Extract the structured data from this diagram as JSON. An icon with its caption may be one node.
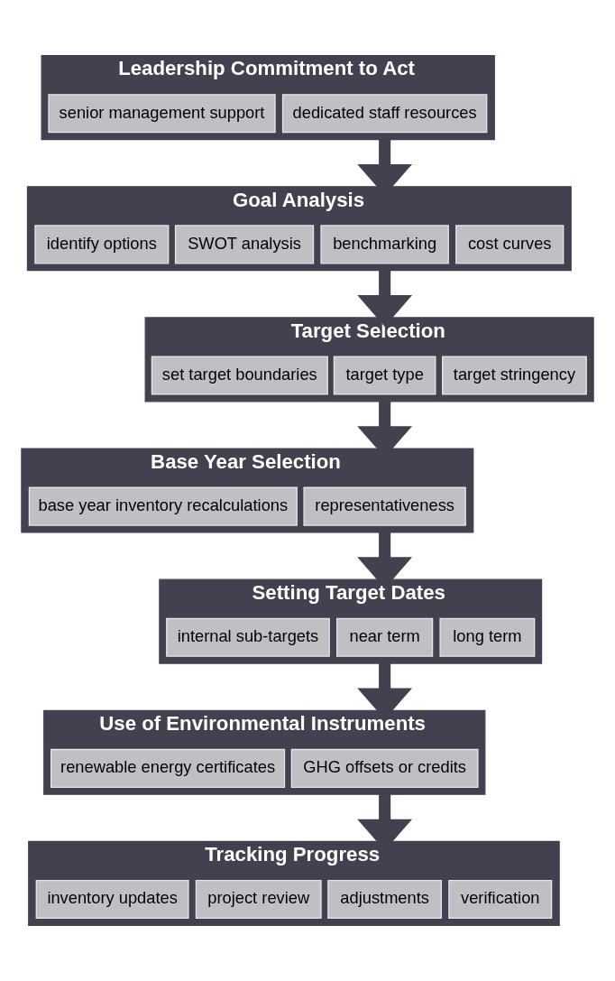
{
  "diagram": {
    "nodes": [
      {
        "text": [
          "Leadership Commitment to Act"
        ]
      },
      {
        "text": [
          "senior management support"
        ],
        "in": 0
      },
      {
        "text": [
          "dedicated staff resources"
        ],
        "in": 0
      },
      {
        "text": [
          "Goal Analysis"
        ]
      },
      {
        "text": [
          "identify options"
        ],
        "in": 3
      },
      {
        "text": [
          "SWOT analysis"
        ],
        "in": 3
      },
      {
        "text": [
          "benchmarking"
        ],
        "in": 3
      },
      {
        "text": [
          "cost curves"
        ],
        "in": 3
      },
      {
        "text": [
          "Target Selection"
        ]
      },
      {
        "text": [
          "set target boundaries"
        ],
        "in": 8
      },
      {
        "text": [
          "target type"
        ],
        "in": 8
      },
      {
        "text": [
          "target stringency"
        ],
        "in": 8
      },
      {
        "text": [
          "Base Year Selection"
        ]
      },
      {
        "text": [
          "base year inventory recalculations"
        ],
        "in": 12
      },
      {
        "text": [
          "representativeness"
        ],
        "in": 12
      },
      {
        "text": [
          "Setting Target Dates"
        ]
      },
      {
        "text": [
          "internal sub-targets"
        ],
        "in": 15
      },
      {
        "text": [
          "near term"
        ],
        "in": 15
      },
      {
        "text": [
          "long term"
        ],
        "in": 15
      },
      {
        "text": [
          "Use of Environmental Instruments"
        ]
      },
      {
        "text": [
          "renewable energy certificates"
        ],
        "in": 19
      },
      {
        "text": [
          "GHG offsets or credits"
        ],
        "in": 19
      },
      {
        "text": [
          "Tracking Progress"
        ]
      },
      {
        "text": [
          "inventory updates"
        ],
        "in": 22
      },
      {
        "text": [
          "project review"
        ],
        "in": 22
      },
      {
        "text": [
          "adjustments"
        ],
        "in": 22
      },
      {
        "text": [
          "verification"
        ],
        "in": 22
      }
    ],
    "edges": [
      {
        "from": 0,
        "to": 3,
        "arrow": "to"
      },
      {
        "from": 3,
        "to": 8,
        "arrow": "to"
      },
      {
        "from": 8,
        "to": 12,
        "arrow": "to"
      },
      {
        "from": 12,
        "to": 15,
        "arrow": "to"
      },
      {
        "from": 15,
        "to": 19,
        "arrow": "to"
      },
      {
        "from": 19,
        "to": 22,
        "arrow": "to"
      }
    ]
  }
}
